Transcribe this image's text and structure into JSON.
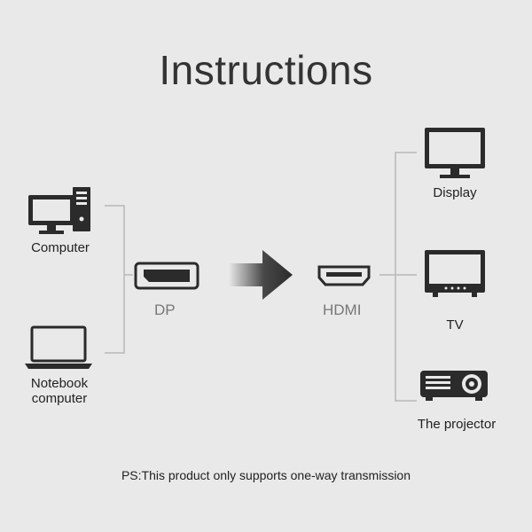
{
  "title": "Instructions",
  "sources": {
    "computer": "Computer",
    "notebook_line1": "Notebook",
    "notebook_line2": "computer"
  },
  "adapter": {
    "input": "DP",
    "output": "HDMI"
  },
  "targets": {
    "display": "Display",
    "tv": "TV",
    "projector": "The projector"
  },
  "note": "PS:This product only supports one-way transmission",
  "icons": {
    "computer": "desktop-computer-icon",
    "notebook": "laptop-icon",
    "dp": "displayport-connector-icon",
    "arrow": "arrow-right-icon",
    "hdmi": "hdmi-connector-icon",
    "display": "monitor-icon",
    "tv": "tv-icon",
    "projector": "projector-icon"
  },
  "colors": {
    "background": "#e9e9e9",
    "icon": "#2b2b2b",
    "line": "#b5b5b5"
  }
}
